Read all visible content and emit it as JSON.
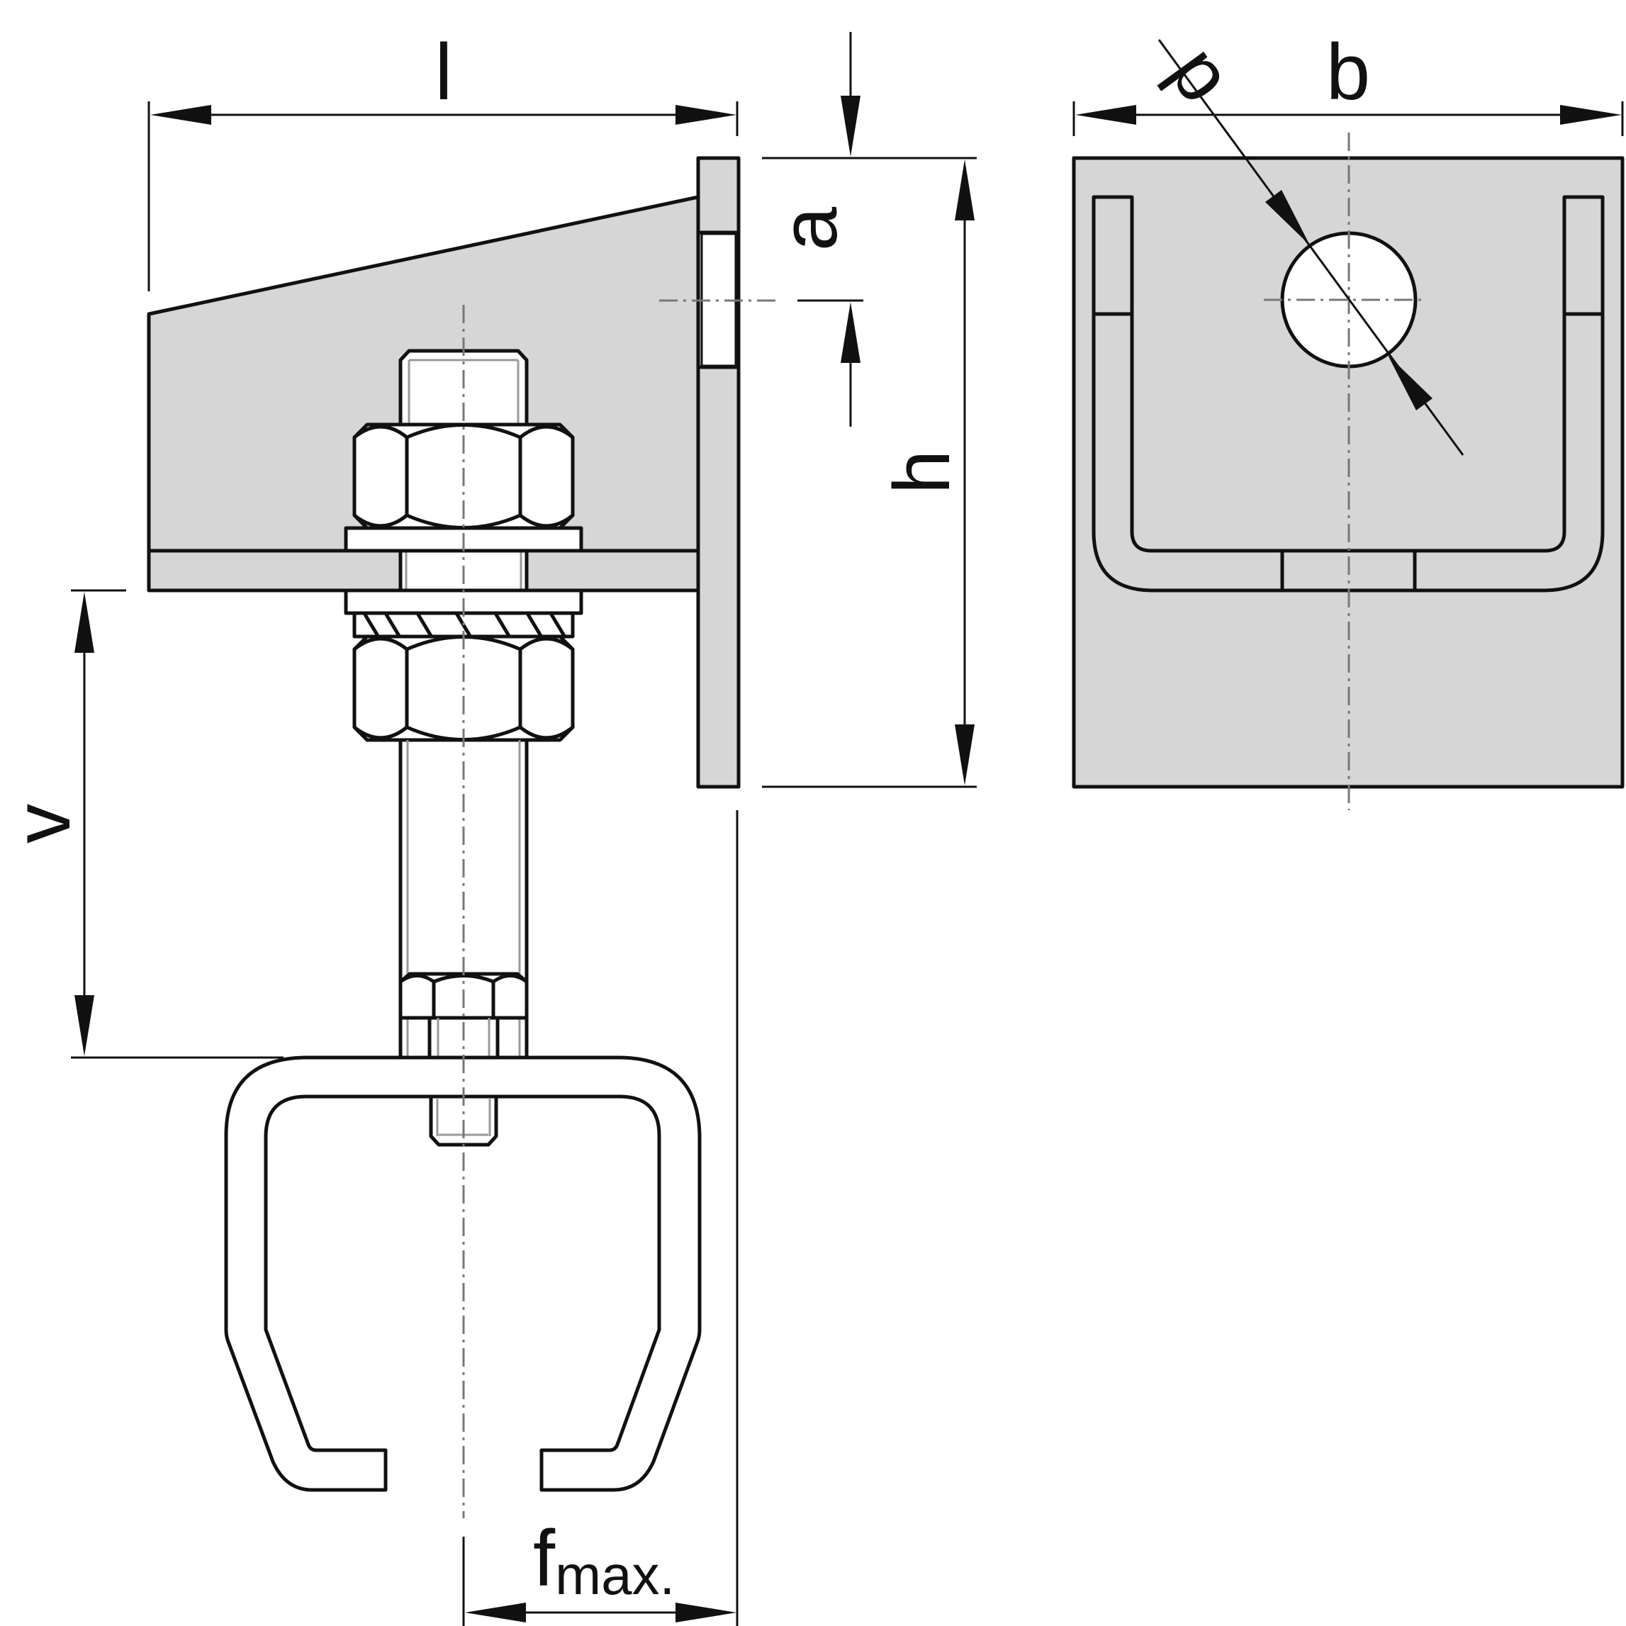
{
  "labels": {
    "l": "l",
    "a": "a",
    "h": "h",
    "v": "v",
    "b": "b",
    "d": "d",
    "f": "f",
    "f_sub": "max."
  }
}
